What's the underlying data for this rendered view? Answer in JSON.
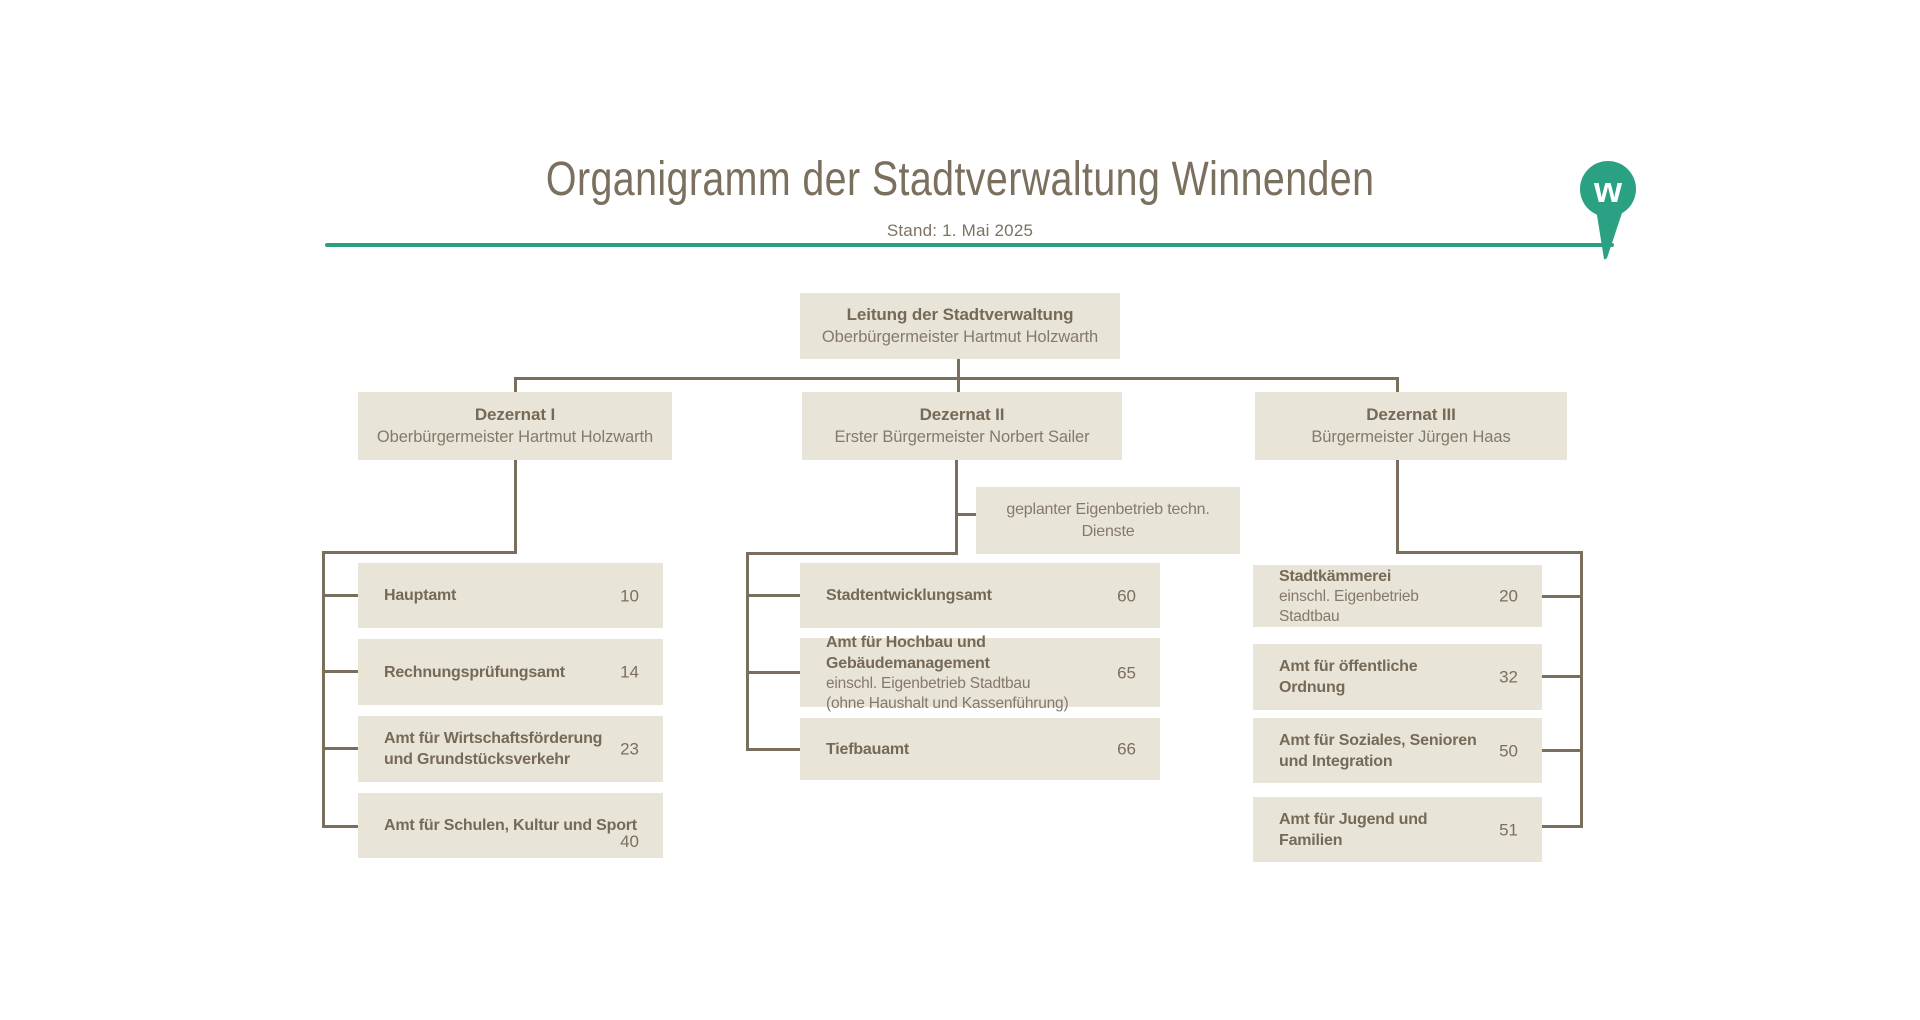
{
  "page": {
    "title": "Organigramm der Stadtverwaltung Winnenden",
    "subtitle": "Stand: 1. Mai 2025",
    "accent_color": "#2aa183",
    "logo_letter": "w"
  },
  "org": {
    "root": {
      "title": "Leitung der Stadtverwaltung",
      "person": "Oberbürgermeister Hartmut Holzwarth"
    },
    "dezernat1": {
      "title": "Dezernat I",
      "person": "Oberbürgermeister Hartmut Holzwarth",
      "offices": [
        {
          "title": "Hauptamt",
          "staff": "10"
        },
        {
          "title": "Rechnungsprüfungsamt",
          "staff": "14"
        },
        {
          "title": "Amt für Wirtschaftsförderung",
          "title2": "und Grundstücksverkehr",
          "staff": "23"
        },
        {
          "title": "Amt für Schulen, Kultur und Sport",
          "staff": "40"
        }
      ]
    },
    "dezernat2": {
      "title": "Dezernat II",
      "person": "Erster Bürgermeister Norbert Sailer",
      "planned_unit": "geplanter Eigenbetrieb techn. Dienste",
      "offices": [
        {
          "title": "Stadtentwicklungsamt",
          "staff": "60"
        },
        {
          "title": "Amt für Hochbau und Gebäudemanagement",
          "sub": "einschl. Eigenbetrieb Stadtbau",
          "sub2": "(ohne Haushalt und Kassenführung)",
          "staff": "65"
        },
        {
          "title": "Tiefbauamt",
          "staff": "66"
        }
      ]
    },
    "dezernat3": {
      "title": "Dezernat III",
      "person": "Bürgermeister Jürgen Haas",
      "offices": [
        {
          "title": "Stadtkämmerei",
          "sub": "einschl. Eigenbetrieb Stadtbau",
          "staff": "20"
        },
        {
          "title": "Amt für öffentliche Ordnung",
          "staff": "32"
        },
        {
          "title": "Amt für Soziales, Senioren",
          "title2": "und Integration",
          "staff": "50"
        },
        {
          "title": "Amt für Jugend und Familien",
          "staff": "51"
        }
      ]
    }
  }
}
